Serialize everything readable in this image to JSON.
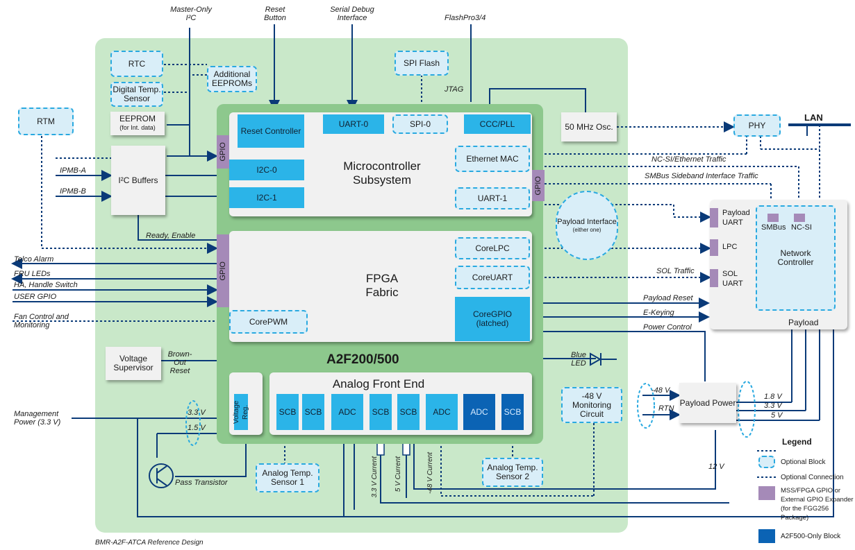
{
  "top_labels": {
    "master_only_i2c": "Master-Only I²C",
    "reset_button": "Reset Button",
    "serial_debug": "Serial Debug Interface",
    "flashpro": "FlashPro3/4"
  },
  "blocks": {
    "rtc": "RTC",
    "digital_temp": "Digital Temp. Sensor",
    "additional_eeproms": "Additional EEPROMs",
    "eeprom": "EEPROM",
    "eeprom_sub": "(for Int. data)",
    "rtm": "RTM",
    "i2c_buffers": "I²C Buffers",
    "spi_flash": "SPI Flash",
    "osc": "50 MHz Osc.",
    "phy": "PHY",
    "lan": "LAN",
    "voltage_supervisor": "Voltage Supervisor",
    "monitoring_circuit": "-48 V Monitoring Circuit",
    "payload_power": "Payload Power",
    "analog_temp1": "Analog Temp. Sensor 1",
    "analog_temp2": "Analog Temp. Sensor 2",
    "voltage_reg": "Voltage Reg."
  },
  "mss": {
    "title": "Microcontroller Subsystem",
    "reset_controller": "Reset Controller",
    "uart0": "UART-0",
    "spi0": "SPI-0",
    "ccc": "CCC/PLL",
    "i2c0": "I2C-0",
    "i2c1": "I2C-1",
    "ethernet_mac": "Ethernet MAC",
    "uart1": "UART-1",
    "gpio": "GPIO"
  },
  "fpga": {
    "title": "FPGA Fabric",
    "corelpc": "CoreLPC",
    "coreuart": "CoreUART",
    "coregpio": "CoreGPIO (latched)",
    "corepwm": "CorePWM",
    "gpio": "GPIO"
  },
  "chip_name": "A2F200/500",
  "afe": {
    "title": "Analog Front End",
    "units": [
      "SCB",
      "SCB",
      "ADC",
      "SCB",
      "SCB",
      "ADC",
      "ADC",
      "SCB"
    ]
  },
  "payload_interface": {
    "title": "Payload Interface",
    "sub": "(either one)"
  },
  "payload": {
    "title": "Payload",
    "network_controller": "Network Controller",
    "payload_uart": "Payload UART",
    "lpc": "LPC",
    "sol_uart": "SOL UART",
    "smbus": "SMBus",
    "ncsi": "NC-SI"
  },
  "signals": {
    "ipmb_a": "IPMB-A",
    "ipmb_b": "IPMB-B",
    "ready_enable": "Ready, Enable",
    "telco_alarm": "Telco Alarm",
    "fru_leds": "FRU LEDs",
    "ha_handle": "HA, Handle Switch",
    "user_gpio": "USER GPIO",
    "fan_control": "Fan Control and Monitoring",
    "brown_out": "Brown-Out Reset",
    "mgmt_power": "Management Power (3.3 V)",
    "v33": "3.3 V",
    "v15": "1.5 V",
    "pass_transistor": "Pass Transistor",
    "jtag": "JTAG",
    "ncsi_traffic": "NC-SI/Ethernet Traffic",
    "smbus_traffic": "SMBus Sideband Interface Traffic",
    "sol_traffic": "SOL Traffic",
    "payload_reset": "Payload Reset",
    "ekeying": "E-Keying",
    "power_control": "Power Control",
    "blue_led": "Blue LED",
    "neg48": "-48 V",
    "rtn": "RTN",
    "out18": "1.8 V",
    "out33": "3.3 V",
    "out5": "5 V",
    "v12": "12 V",
    "i33": "3.3 V Current",
    "i5": "5 V Current",
    "i48": "-48 V Current"
  },
  "legend": {
    "title": "Legend",
    "optional_block": "Optional Block",
    "optional_connection": "Optional Connection",
    "gpio_desc": "MSS/FPGA GPIO or External GPIO Expander (for the FGG256 Package)",
    "a2f500": "A2F500-Only Block"
  },
  "footer": "BMR-A2F-ATCA Reference Design"
}
